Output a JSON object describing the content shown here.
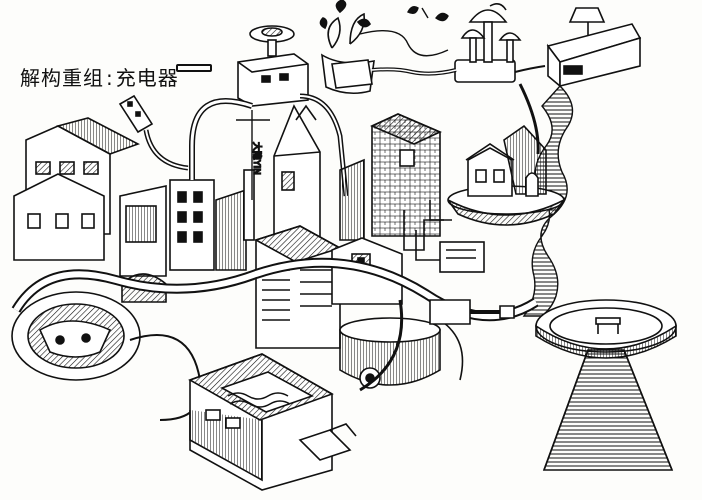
{
  "title": {
    "part1": "解构重组",
    "separator": ":",
    "part2": "充电器"
  },
  "sign_text": "大隐YIN"
}
